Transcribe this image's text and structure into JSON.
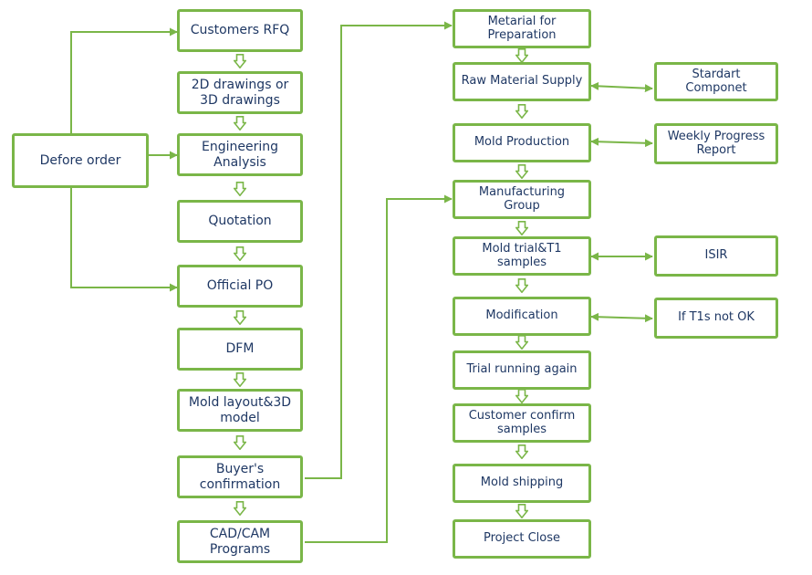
{
  "colors": {
    "border": "#7ab648",
    "text": "#1f3864",
    "background": "#ffffff"
  },
  "left_column": {
    "customers_rfq": "Customers RFQ",
    "drawings": "2D drawings or\n3D drawings",
    "engineering_analysis": "Engineering\nAnalysis",
    "quotation": "Quotation",
    "official_po": "Official PO",
    "dfm": "DFM",
    "mold_layout": "Mold layout&3D\nmodel",
    "buyers_confirmation": "Buyer's\nconfirmation",
    "cad_cam": "CAD/CAM\nPrograms"
  },
  "before_order": "Defore order",
  "middle_column": {
    "material_preparation": "Metarial for\nPreparation",
    "raw_material_supply": "Raw Material Supply",
    "mold_production": "Mold Production",
    "manufacturing_group": "Manufacturing\nGroup",
    "mold_trial": "Mold trial&T1\nsamples",
    "modification": "Modification",
    "trial_running": "Trial running again",
    "customer_confirm": "Customer confirm\nsamples",
    "mold_shipping": "Mold shipping",
    "project_close": "Project Close"
  },
  "right_column": {
    "standard_component": "Stardart\nComponet",
    "weekly_report": "Weekly Progress\nReport",
    "isir": "ISIR",
    "t1s_not_ok": "If T1s not OK"
  }
}
